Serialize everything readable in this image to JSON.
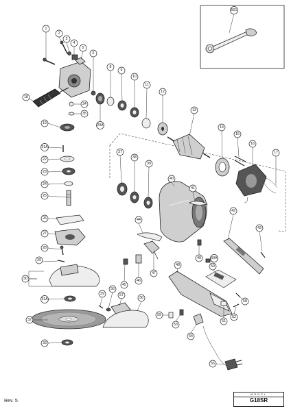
{
  "footer": {
    "revision": "Rev. 5",
    "model_label": "MODEL",
    "model_value": "G18SR"
  },
  "callouts": {
    "c1": "1",
    "c2": "2",
    "c3": "3",
    "c4": "4",
    "c5": "5",
    "c6": "6",
    "c8": "8",
    "c9": "9",
    "c10": "10",
    "c11": "11",
    "c12": "12",
    "c13": "13",
    "c14": "14",
    "c15": "15",
    "c16": "16",
    "c17": "17",
    "c18": "18",
    "c19": "19",
    "c20a": "20A",
    "c21a": "21A",
    "c22": "22",
    "c23": "23",
    "c24": "24",
    "c25": "25",
    "c26": "26",
    "c27": "27",
    "c28": "28",
    "c29a": "29",
    "c29b": "29",
    "c30a": "30",
    "c30b": "30",
    "c31a": "31A",
    "c32": "32",
    "c33": "33",
    "c34": "34",
    "c35": "35",
    "c37": "37",
    "c38": "38",
    "c39": "39",
    "c40": "40",
    "c41": "41",
    "c42": "42",
    "c43": "43",
    "c44": "44",
    "c45": "45",
    "c46": "46",
    "c47": "47",
    "c48": "48",
    "c49": "49",
    "c50": "50",
    "c50a": "50A",
    "c51": "51",
    "c52": "52",
    "c53": "53",
    "c54": "54",
    "c55": "55",
    "c56": "56",
    "c57": "57",
    "c58": "58",
    "c59": "59",
    "c501": "501"
  }
}
